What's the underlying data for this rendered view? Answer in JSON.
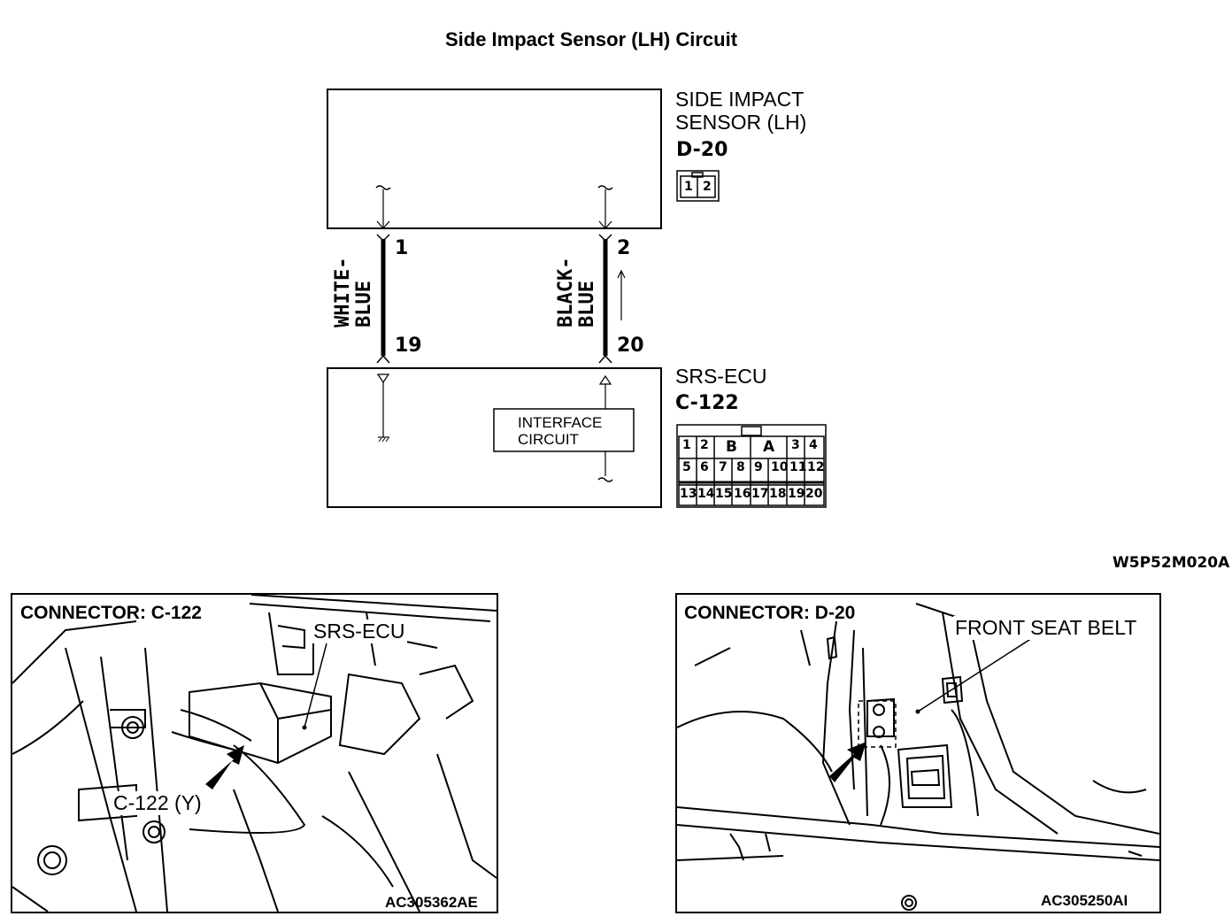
{
  "title": "Side Impact Sensor (LH) Circuit",
  "sensor": {
    "name_line1": "SIDE IMPACT",
    "name_line2": "SENSOR (LH)",
    "connector": "D-20",
    "pins": [
      "1",
      "2"
    ]
  },
  "ecu": {
    "name": "SRS-ECU",
    "connector": "C-122",
    "interface_line1": "INTERFACE",
    "interface_line2": "CIRCUIT",
    "connector_row1": [
      "1",
      "2",
      "B",
      "A",
      "3",
      "4"
    ],
    "connector_row2": [
      "5",
      "6",
      "7",
      "8",
      "9",
      "10",
      "11",
      "12"
    ],
    "connector_row3": [
      "13",
      "14",
      "15",
      "16",
      "17",
      "18",
      "19",
      "20"
    ]
  },
  "wires": [
    {
      "color_line1": "WHITE-",
      "color_line2": "BLUE",
      "top_pin": "1",
      "bottom_pin": "19"
    },
    {
      "color_line1": "BLACK-",
      "color_line2": "BLUE",
      "top_pin": "2",
      "bottom_pin": "20"
    }
  ],
  "diagram_code": "W5P52M020A",
  "left_panel": {
    "title": "CONNECTOR: C-122",
    "component_label": "SRS-ECU",
    "connector_label": "C-122 (Y)",
    "code": "AC305362AE"
  },
  "right_panel": {
    "title": "CONNECTOR: D-20",
    "component_label": "FRONT SEAT BELT",
    "code": "AC305250AI"
  }
}
